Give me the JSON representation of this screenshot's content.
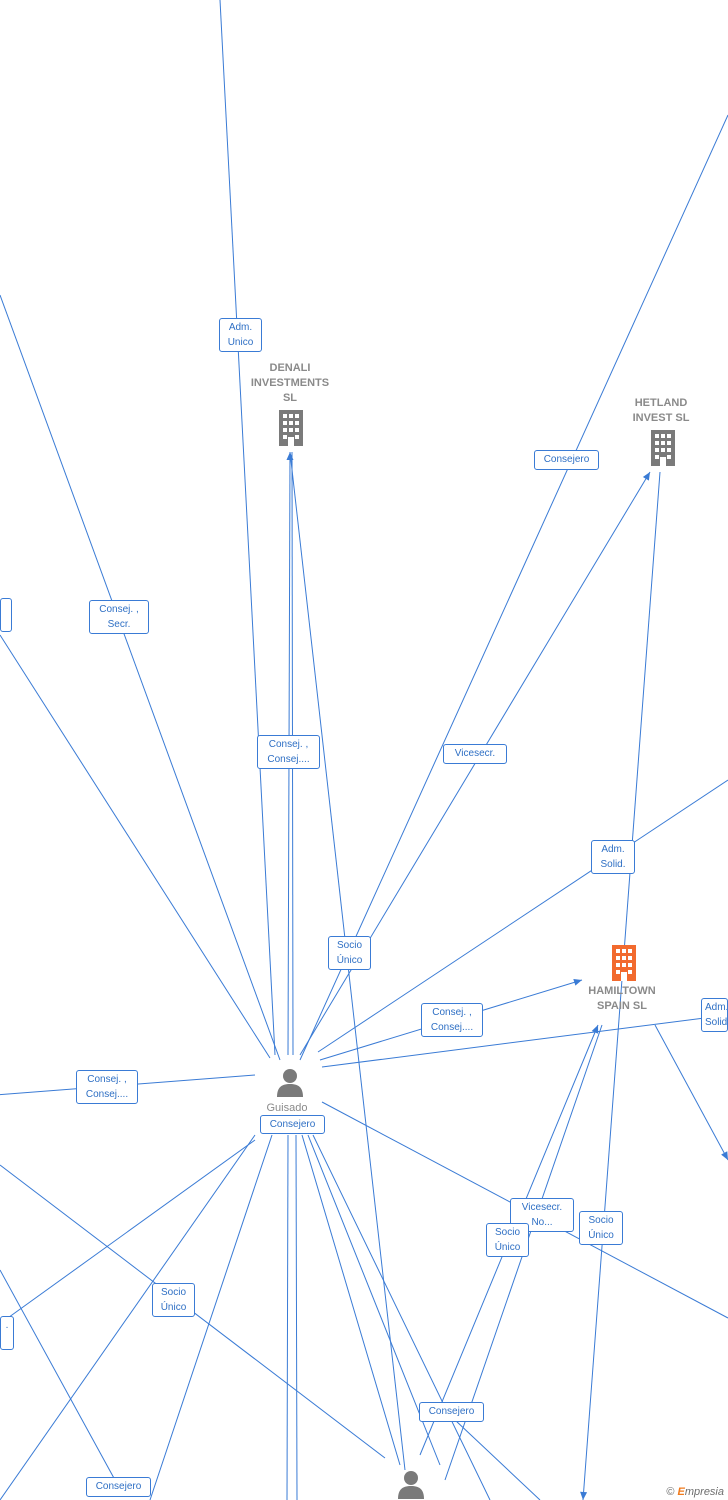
{
  "companies": [
    {
      "id": "denali",
      "name_lines": [
        "DENALI",
        "INVESTMENTS",
        "SL"
      ],
      "highlight": false
    },
    {
      "id": "hetland",
      "name_lines": [
        "HETLAND",
        "INVEST  SL"
      ],
      "highlight": false
    },
    {
      "id": "hamiltown",
      "name_lines": [
        "HAMILTOWN",
        "SPAIN  SL"
      ],
      "highlight": true
    }
  ],
  "persons": [
    {
      "id": "guisado",
      "name": "Guisado"
    },
    {
      "id": "bottom-person",
      "name": ""
    }
  ],
  "relations": [
    {
      "id": "r1",
      "lines": [
        "Adm.",
        "Unico"
      ]
    },
    {
      "id": "r2",
      "lines": [
        "Consejero"
      ]
    },
    {
      "id": "r3",
      "lines": [
        "Consej. ,",
        "Secr."
      ]
    },
    {
      "id": "r4",
      "lines": [
        "Consej. ,",
        "Consej...."
      ]
    },
    {
      "id": "r5",
      "lines": [
        "Vicesecr."
      ]
    },
    {
      "id": "r6",
      "lines": [
        "Adm.",
        "Solid."
      ]
    },
    {
      "id": "r7",
      "lines": [
        "Socio",
        "Único"
      ]
    },
    {
      "id": "r8",
      "lines": [
        "Consej. ,",
        "Consej...."
      ]
    },
    {
      "id": "r9",
      "lines": [
        "Adm.",
        "Solid."
      ]
    },
    {
      "id": "r10",
      "lines": [
        "Consej. ,",
        "Consej...."
      ]
    },
    {
      "id": "r11",
      "lines": [
        "Consejero"
      ]
    },
    {
      "id": "r12",
      "lines": [
        "Vicesecr.",
        "No..."
      ]
    },
    {
      "id": "r13",
      "lines": [
        "Socio",
        "Único"
      ]
    },
    {
      "id": "r14",
      "lines": [
        "Socio",
        "Único"
      ]
    },
    {
      "id": "r15",
      "lines": [
        "Socio",
        "Único"
      ]
    },
    {
      "id": "r16",
      "lines": [
        "Consejero"
      ]
    },
    {
      "id": "r17",
      "lines": [
        "Consejero"
      ]
    },
    {
      "id": "r18",
      "lines": [
        ""
      ]
    },
    {
      "id": "r19",
      "lines": [
        "."
      ]
    }
  ],
  "brand": {
    "copyright": "©",
    "e": "E",
    "rest": "mpresia"
  },
  "colors": {
    "edge": "#3a7bd5",
    "highlight": "#f26a2e",
    "node": "#7a7a7a"
  }
}
